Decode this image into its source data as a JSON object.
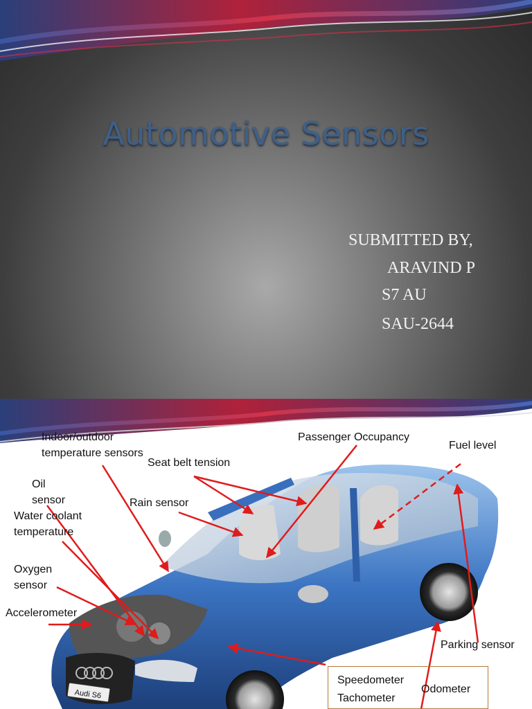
{
  "slide1": {
    "title": "Automotive Sensors",
    "submitted_by": "SUBMITTED BY,",
    "name": "ARAVIND P",
    "class": "S7 AU",
    "roll": "SAU-2644"
  },
  "slide2": {
    "labels": {
      "indoor_outdoor_1": "Indoor/outdoor",
      "indoor_outdoor_2": "temperature sensors",
      "passenger_occupancy": "Passenger Occupancy",
      "fuel_level": "Fuel level",
      "seat_belt_tension": "Seat belt tension",
      "oil_1": "Oil",
      "oil_2": "sensor",
      "rain_sensor": "Rain sensor",
      "water_coolant_1": "Water coolant",
      "water_coolant_2": "temperature",
      "oxygen_1": "Oxygen",
      "oxygen_2": "sensor",
      "accelerometer": "Accelerometer",
      "parking_sensor": "Parking sensor",
      "speedometer": "Speedometer",
      "tachometer": "Tachometer",
      "odometer": "Odometer",
      "plate": "Audi S6"
    }
  },
  "colors": {
    "title": "#3f5f86",
    "arrow": "#e01b1b",
    "car": "#2f66b3"
  }
}
